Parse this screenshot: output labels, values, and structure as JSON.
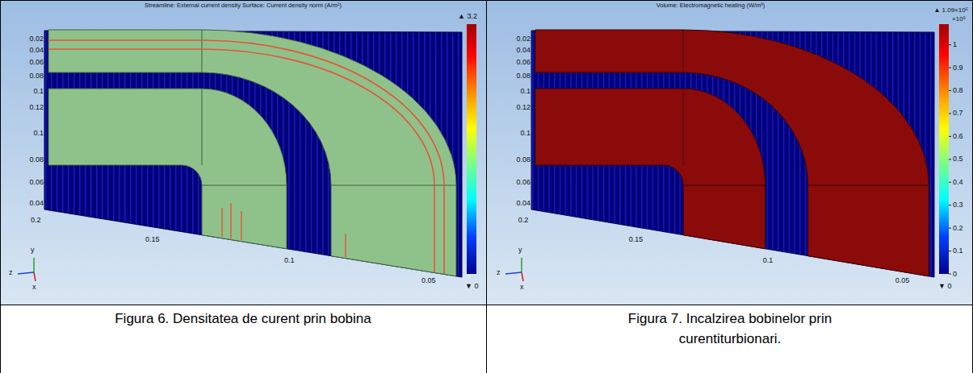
{
  "diagram": {
    "labels": [
      "Streamline: External current density Surface: Current density norm (A/m²)",
      "▲ 3.2",
      "▼ 0",
      "0.02",
      "0.04",
      "0.06",
      "0.08",
      "0.1",
      "0.12",
      "0.1",
      "0.08",
      "0.06",
      "0.04",
      "0.2",
      "0.15",
      "0.1",
      "0.05",
      "y",
      "z",
      "x",
      "Volume: Electromagnetic heating (W/m³)",
      "▲ 1.09×10⁵",
      "×10⁵",
      "1",
      "0.9",
      "0.8",
      "0.7",
      "0.6",
      "0.5",
      "0.4",
      "0.3",
      "0.2",
      "0.1",
      "0",
      "▼ 0",
      "0.02",
      "0.04",
      "0.06",
      "0.08",
      "0.1",
      "0.12",
      "0.1",
      "0.08",
      "0.06",
      "0.04",
      "0.2",
      "0.15",
      "0.1",
      "0.05",
      "y",
      "z",
      "x",
      "Figura 6. Densitatea de curent prin bobina",
      "Figura 7. Incalzirea bobinelor prin curentiturbionari."
    ]
  }
}
